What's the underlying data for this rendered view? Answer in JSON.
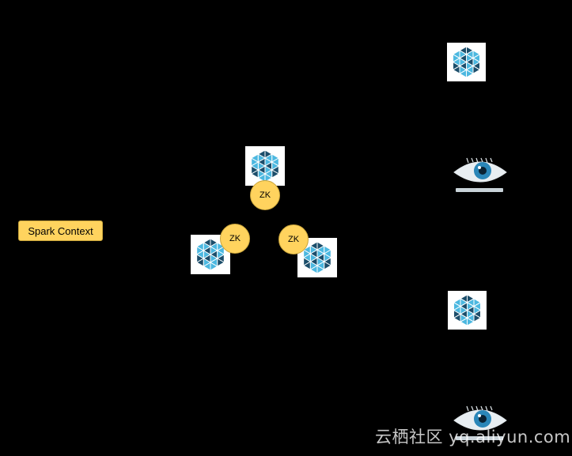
{
  "spark_context": {
    "label": "Spark Context"
  },
  "zookeeper": {
    "labels": [
      "ZK",
      "ZK",
      "ZK"
    ]
  },
  "colors": {
    "background": "#000000",
    "zk_fill": "#ffd35e",
    "hex_dark": "#1c4e6b",
    "hex_light": "#4cb8e0",
    "eye_blue": "#2a86b8"
  },
  "icons": [
    "hex-grid-node-icon",
    "cassandra-eye-icon"
  ],
  "watermark": {
    "text": "云栖社区 yq.aliyun.com"
  }
}
